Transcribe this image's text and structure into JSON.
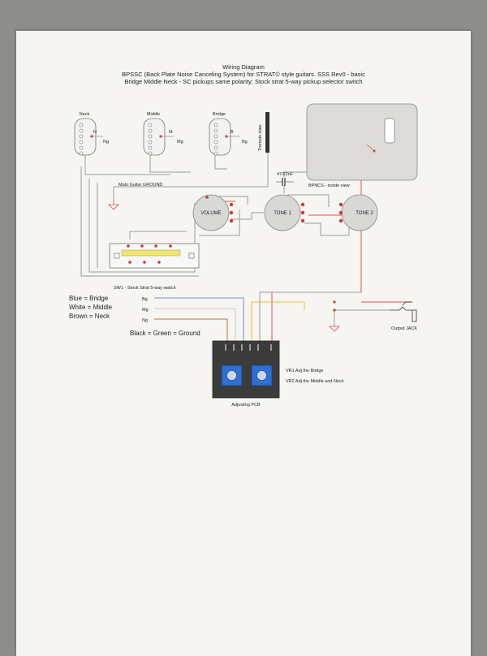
{
  "header": {
    "line1": "Wiring Diagram",
    "line2": "BPSSC (Back Plate Noise Canceling System) for STRAT© style guitars. SSS Rev0 - basic",
    "line3": "Bridge Middle Neck - SC pickups same polarity; Stock strat 5-way pickup selector switch"
  },
  "pickups": {
    "neck": {
      "title": "Neck",
      "hot": "N",
      "ground": "Ng"
    },
    "middle": {
      "title": "Middle",
      "hot": "M",
      "ground": "Mg"
    },
    "bridge": {
      "title": "Bridge",
      "hot": "B",
      "ground": "Bg"
    }
  },
  "labels": {
    "tremolo": "Tremolo claw",
    "capacitor": "47/22nF",
    "bpncs": "BPNCS - inside view",
    "ground": "Main Guitar GROUND",
    "volume": "VOLUME",
    "tone1": "TONE 1",
    "tone2": "TONE 2",
    "switch": "SW1 - Stock Strat 5-way switch",
    "output": "Output JACK",
    "pcb": "Adjusting PCB",
    "vr1": "VR1 Adj the Bridge",
    "vr2": "VR2 Adj the Middle and Neck",
    "in_bg": "Bg",
    "in_mg": "Mg",
    "in_ng": "Ng"
  },
  "legend": {
    "blue": "Blue = Bridge",
    "white": "White = Middle",
    "brown": "Brown = Neck",
    "black": "Black = Green = Ground"
  },
  "colors": {
    "red_wire": "#d9534f",
    "gray_wire": "#9a9a9a",
    "blue_wire": "#6c8fd4",
    "yellow_wire": "#e2c23a",
    "pcb_dark": "#3b3b3b",
    "trimmer": "#2f6fd0"
  }
}
